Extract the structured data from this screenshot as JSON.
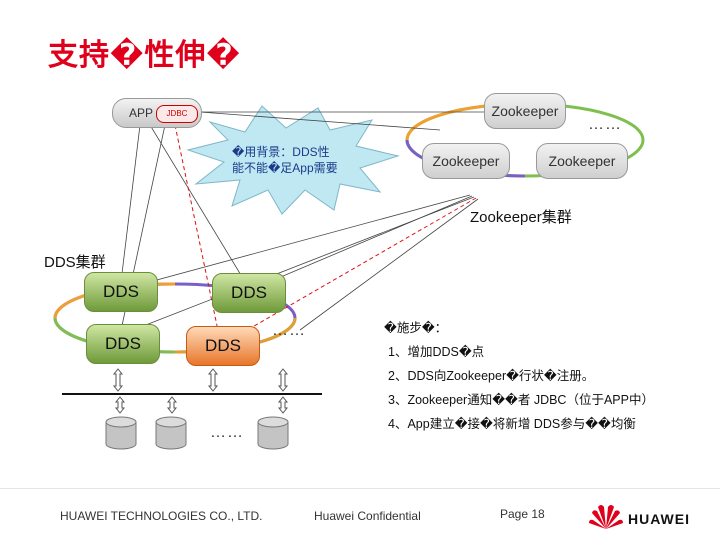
{
  "title": "支持�性伸�",
  "app": {
    "label": "APP",
    "jdbc": "JDBC"
  },
  "burst": {
    "line1": "�用背景：DDS性",
    "line2": "能不能�足App需要"
  },
  "zookeeper_nodes": [
    "Zookeeper",
    "Zookeeper",
    "Zookeeper"
  ],
  "zookeeper_dots": "……",
  "zookeeper_cluster_label": "Zookeeper集群",
  "dds_cluster_label": "DDS集群",
  "dds_nodes": [
    "DDS",
    "DDS",
    "DDS",
    "DDS"
  ],
  "dds_dots": "……",
  "storage_dots": "……",
  "steps": {
    "heading": "�施步�：",
    "items": [
      "1、增加DDS�点",
      "2、DDS向Zookeeper�行状�注册。",
      "3、Zookeeper通知��者 JDBC（位于APP中）",
      "4、App建立�接�将新增 DDS参与��均衡"
    ]
  },
  "footer": {
    "company": "HUAWEI TECHNOLOGIES CO., LTD.",
    "confidential": "Huawei Confidential",
    "page": "Page 18",
    "brand": "HUAWEI"
  },
  "colors": {
    "title": "#e0001b",
    "dds_green": "#6f9a3a",
    "dds_orange": "#e8762b",
    "burst": "#bfe8f2"
  }
}
